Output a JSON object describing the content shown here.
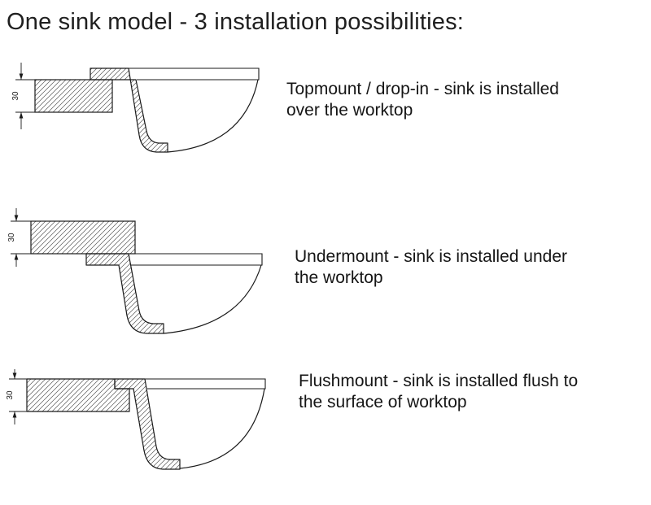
{
  "title": "One sink model - 3 installation possibilities:",
  "figures": [
    {
      "name": "topmount",
      "caption": "Topmount / drop-in - sink is installed over the worktop",
      "dimension_label": "30"
    },
    {
      "name": "undermount",
      "caption": "Undermount - sink is installed under the worktop",
      "dimension_label": "30"
    },
    {
      "name": "flushmount",
      "caption": "Flushmount - sink is installed flush to the surface of worktop",
      "dimension_label": "30"
    }
  ],
  "colors": {
    "line": "#1a1a1a",
    "hatch": "#555555",
    "background": "#ffffff",
    "text": "#151515"
  }
}
